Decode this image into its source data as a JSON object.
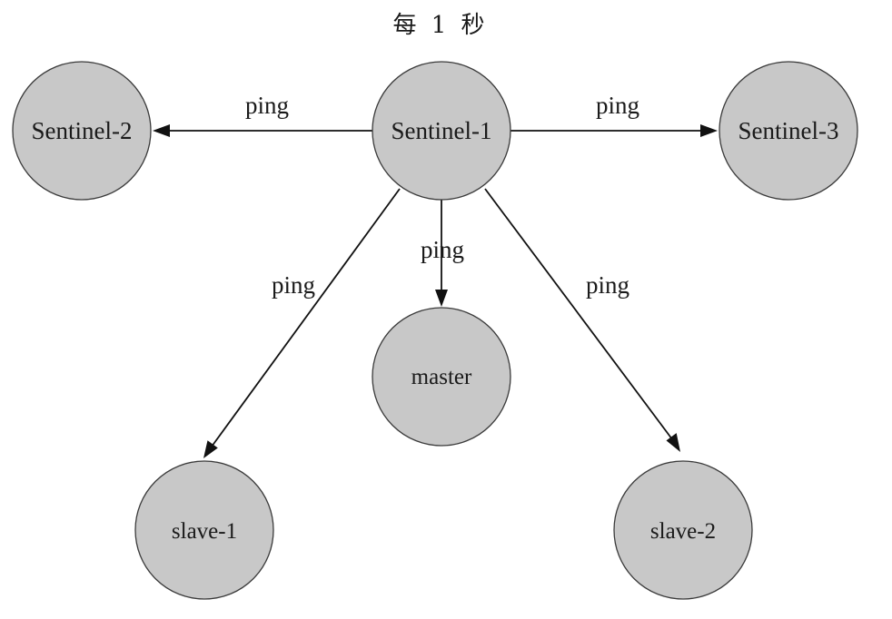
{
  "title": "每 1 秒",
  "nodes": {
    "sentinel1": "Sentinel-1",
    "sentinel2": "Sentinel-2",
    "sentinel3": "Sentinel-3",
    "master": "master",
    "slave1": "slave-1",
    "slave2": "slave-2"
  },
  "edges": {
    "to_sentinel2": "ping",
    "to_sentinel3": "ping",
    "to_master": "ping",
    "to_slave1": "ping",
    "to_slave2": "ping"
  },
  "colors": {
    "node_fill": "#c8c8c8",
    "node_stroke": "#3a3a3a",
    "edge": "#111111"
  }
}
